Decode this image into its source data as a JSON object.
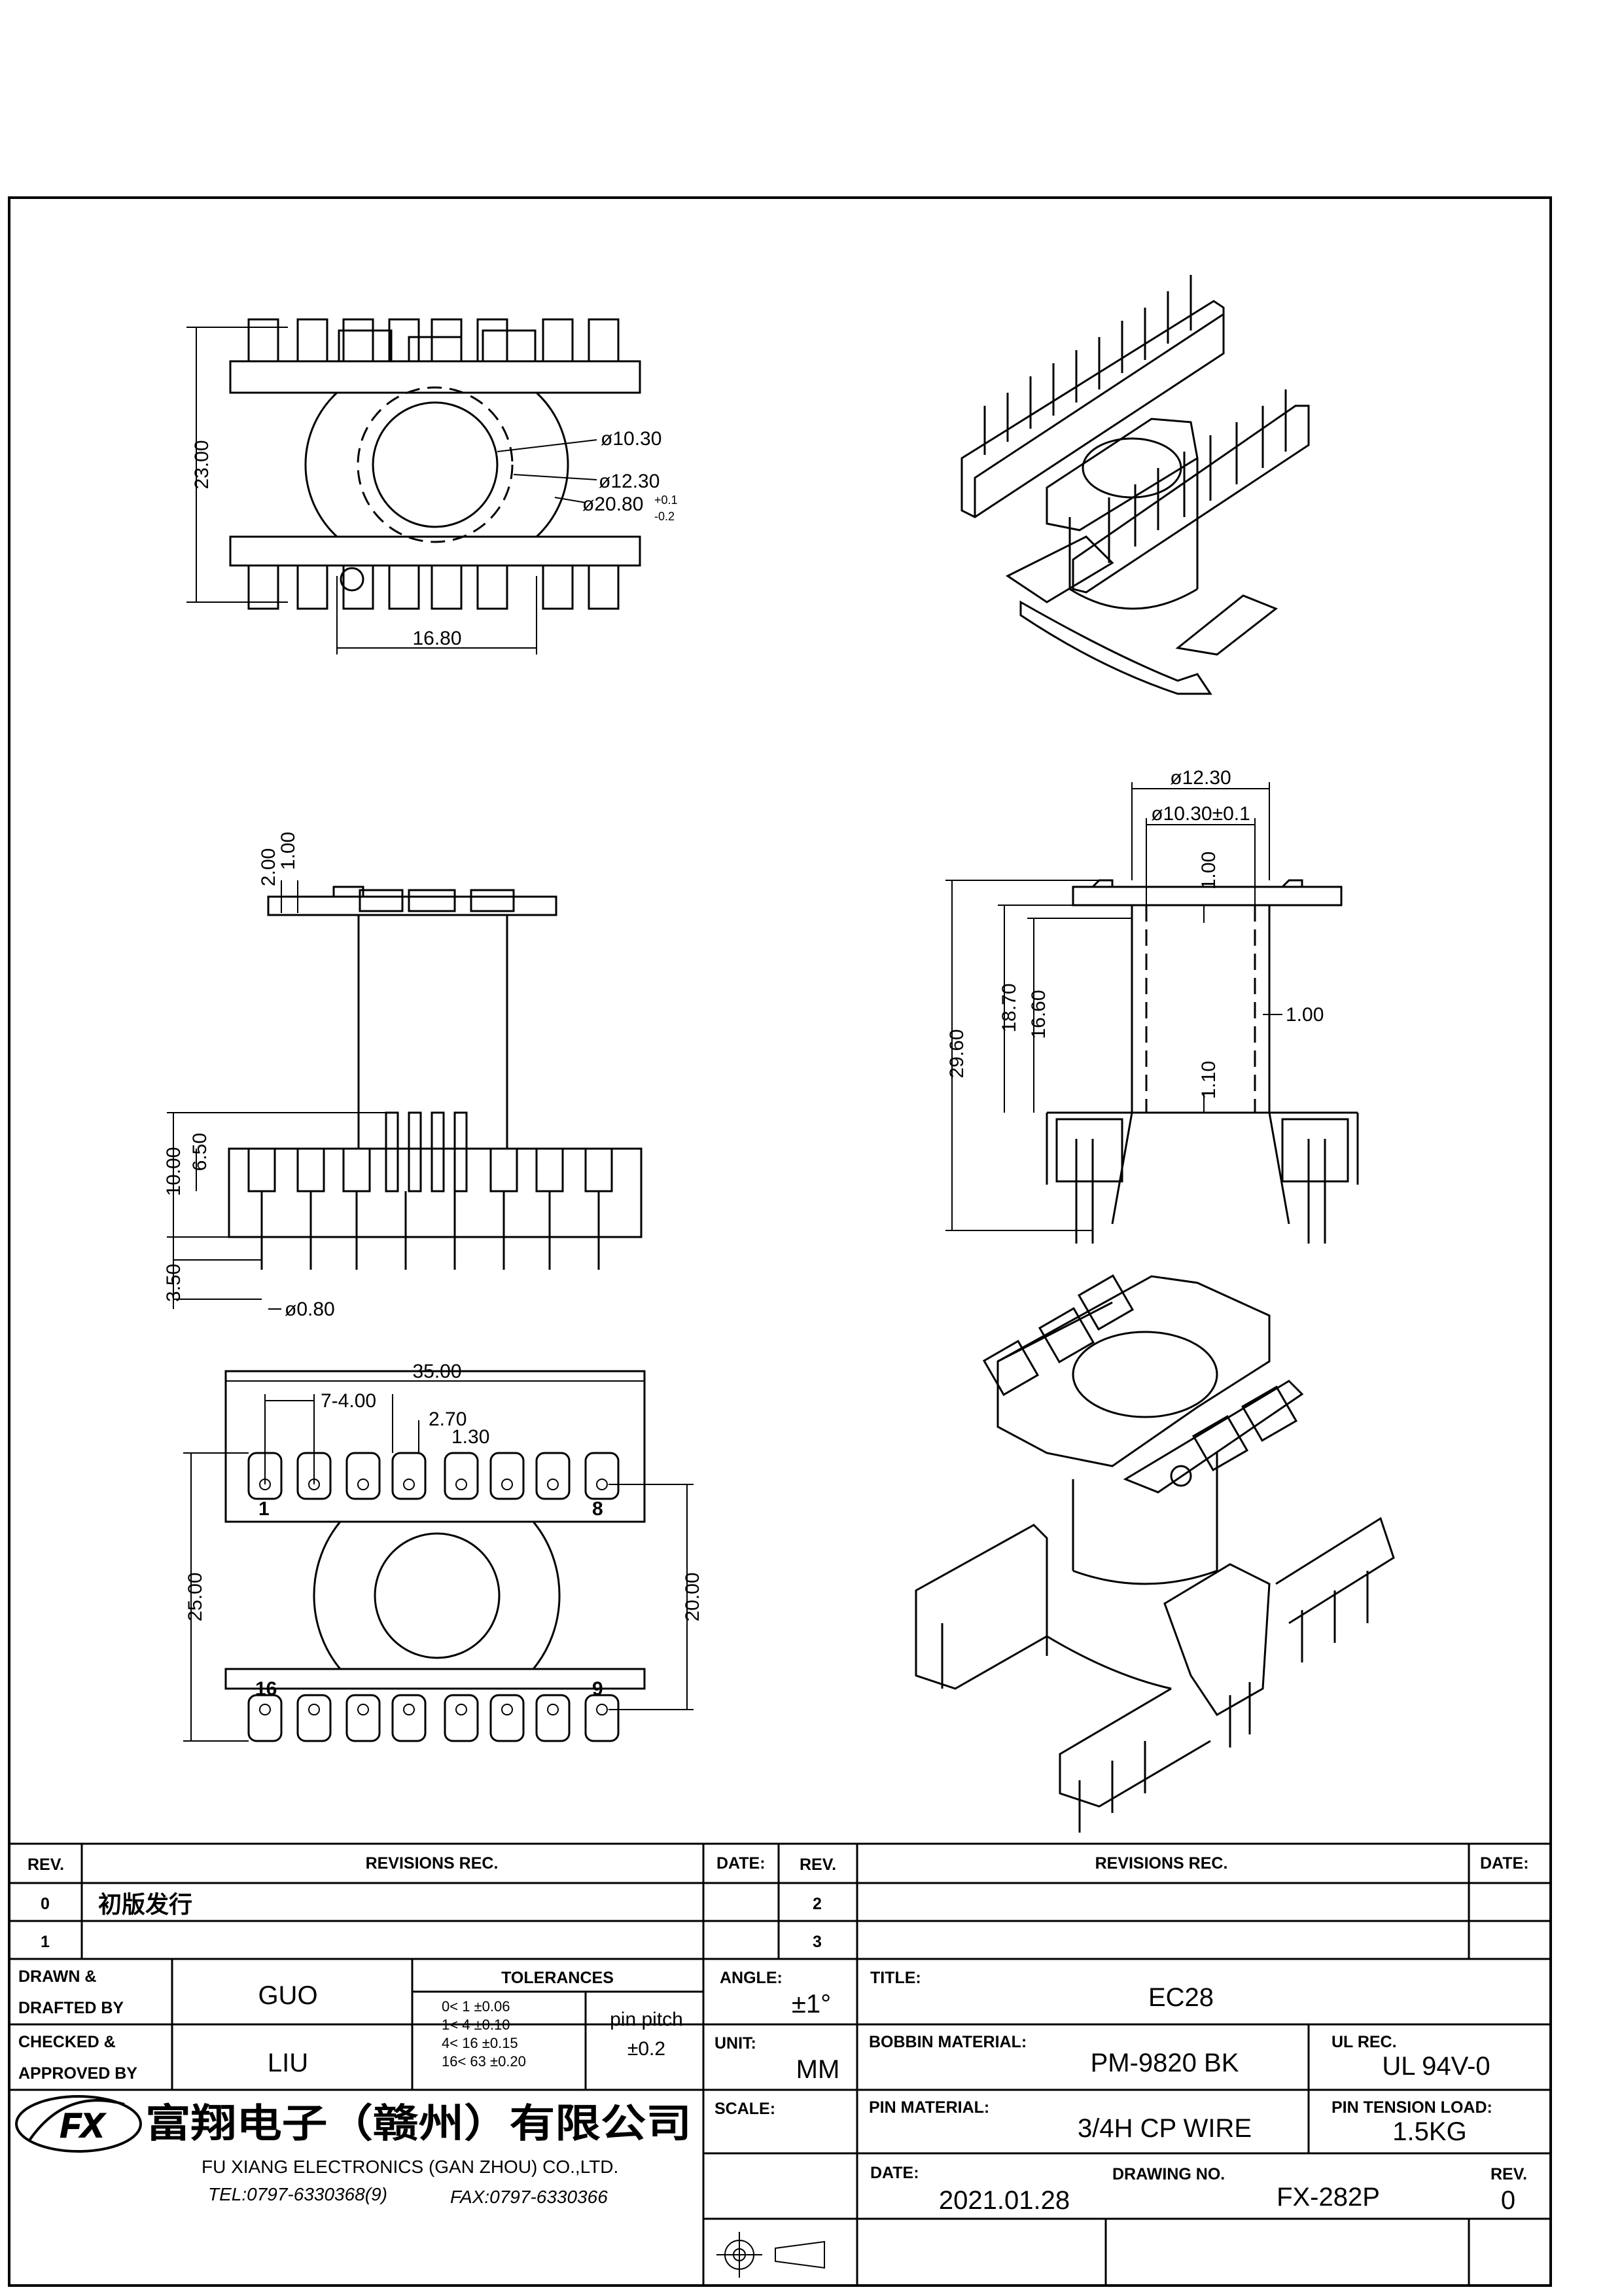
{
  "drawing": {
    "top_view": {
      "dim_height": "23.00",
      "dim_width": "16.80",
      "dia_inner": "ø10.30",
      "dia_mid": "ø12.30",
      "dia_outer": "ø20.80",
      "dia_outer_tol_plus": "+0.1",
      "dia_outer_tol_minus": "-0.2"
    },
    "side_view": {
      "flange_thickness": "2.00",
      "flange_step": "1.00",
      "base_height": "10.00",
      "base_step": "6.50",
      "pin_length": "3.50",
      "pin_diameter": "ø0.80"
    },
    "section_view": {
      "outer_diameter": "ø12.30",
      "inner_diameter": "ø10.30±0.1",
      "total_height": "29.60",
      "winding_height": "18.70",
      "inner_height": "16.60",
      "wall_top": "1.00",
      "wall_side": "1.00",
      "wall_bottom": "1.10"
    },
    "bottom_view": {
      "overall_width": "35.00",
      "pin_pitch_total": "7-4.00",
      "pin_dim_a": "2.70",
      "pin_dim_b": "1.30",
      "overall_height": "25.00",
      "row_spacing": "20.00",
      "pin_1": "1",
      "pin_8": "8",
      "pin_16": "16",
      "pin_9": "9"
    }
  },
  "title_block": {
    "rev_header": "REV.",
    "revisions_header": "REVISIONS  REC.",
    "date_header": "DATE:",
    "rev_header_2": "REV.",
    "revisions_header_2": "REVISIONS  REC.",
    "date_header_2": "DATE:",
    "rev_0": "0",
    "rev_0_desc": "初版发行",
    "rev_1": "1",
    "rev_2": "2",
    "rev_3": "3",
    "drawn_label_1": "DRAWN &",
    "drawn_label_2": "DRAFTED BY",
    "drawn_by": "GUO",
    "checked_label_1": "CHECKED &",
    "checked_label_2": "APPROVED BY",
    "checked_by": "LIU",
    "tolerances_label": "TOLERANCES",
    "tol_rows": [
      "0<  1  ±0.06",
      "1<  4  ±0.10",
      "4<  16 ±0.15",
      "16<  63 ±0.20"
    ],
    "pin_pitch_label": "pin pitch",
    "pin_pitch_value": "±0.2",
    "angle_label": "ANGLE:",
    "angle_value": "±1°",
    "unit_label": "UNIT:",
    "unit_value": "MM",
    "scale_label": "SCALE:",
    "title_label": "TITLE:",
    "title_value": "EC28",
    "bobbin_material_label": "BOBBIN MATERIAL:",
    "bobbin_material_value": "PM-9820 BK",
    "ul_rec_label": "UL REC.",
    "ul_rec_value": "UL 94V-0",
    "pin_material_label": "PIN MATERIAL:",
    "pin_material_value": "3/4H CP WIRE",
    "pin_tension_label": "PIN TENSION LOAD:",
    "pin_tension_value": "1.5KG",
    "date_label": "DATE:",
    "date_value": "2021.01.28",
    "drawing_no_label": "DRAWING NO.",
    "drawing_no_value": "FX-282P",
    "rev_label": "REV.",
    "rev_value": "0",
    "company_cn": "富翔电子（赣州）有限公司",
    "company_en": "FU XIANG ELECTRONICS (GAN ZHOU) CO.,LTD.",
    "tel": "TEL:0797-6330368(9)",
    "fax": "FAX:0797-6330366",
    "logo_text": "FX"
  }
}
